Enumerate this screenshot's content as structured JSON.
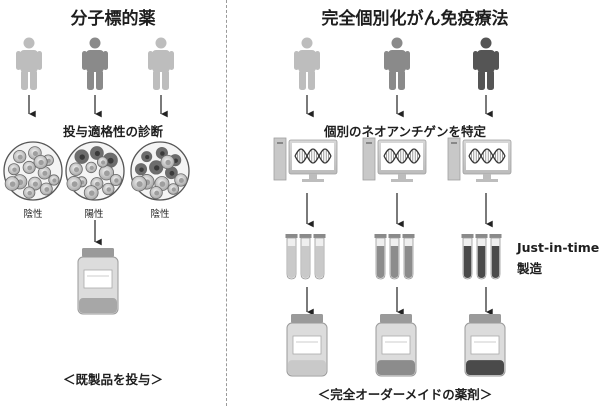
{
  "left_panel": {
    "title": "分子標的薬",
    "step_label": "投与適格性の診断",
    "results": [
      "陰性",
      "陽性",
      "陰性"
    ],
    "footer": "＜既製品を投与＞"
  },
  "right_panel": {
    "title": "完全個別化がん免疫療法",
    "step_label": "個別のネオアンチゲンを特定",
    "process_label_line1": "Just-in-time",
    "process_label_line2": "製造",
    "footer": "＜完全オーダーメイドの薬剤＞"
  },
  "colors": {
    "person_light": "#bdbdbd",
    "person_mid": "#8a8a8a",
    "person_dark": "#555555",
    "liquid_light": "#c9c9c9",
    "liquid_mid": "#8c8c8c",
    "liquid_dark": "#4a4a4a"
  }
}
